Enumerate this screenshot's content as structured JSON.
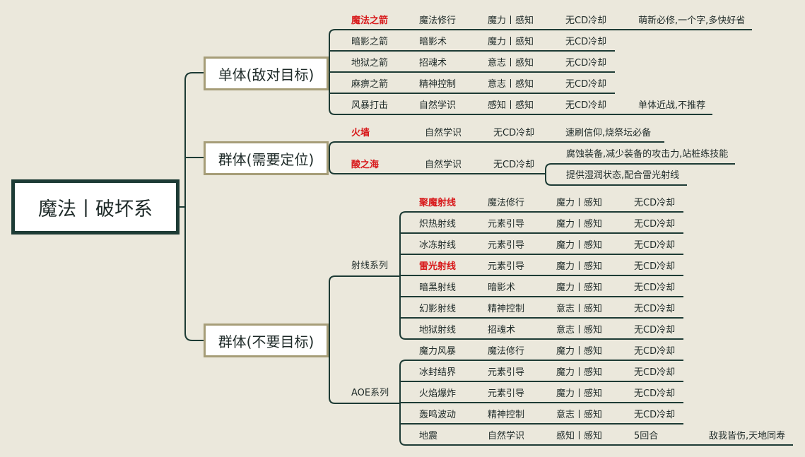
{
  "root": {
    "label": "魔法丨破坏系"
  },
  "categories": [
    {
      "label": "单体(敌对目标)"
    },
    {
      "label": "群体(需要定位)"
    },
    {
      "label": "群体(不要目标)"
    }
  ],
  "single_target": {
    "rows": [
      {
        "cells": [
          "魔法之箭",
          "魔法修行",
          "魔力丨感知",
          "无CD冷却",
          "萌新必修,一个字,多快好省"
        ],
        "highlight": true
      },
      {
        "cells": [
          "暗影之箭",
          "暗影术",
          "魔力丨感知",
          "无CD冷却"
        ],
        "highlight": false
      },
      {
        "cells": [
          "地狱之箭",
          "招魂术",
          "意志丨感知",
          "无CD冷却"
        ],
        "highlight": false
      },
      {
        "cells": [
          "麻痹之箭",
          "精神控制",
          "意志丨感知",
          "无CD冷却"
        ],
        "highlight": false
      },
      {
        "cells": [
          "风暴打击",
          "自然学识",
          "感知丨感知",
          "无CD冷却",
          "单体近战,不推荐"
        ],
        "highlight": false
      }
    ]
  },
  "group_targeted": {
    "rows": [
      {
        "cells": [
          "火墙",
          "自然学识",
          "无CD冷却",
          "速刷信仰,烧祭坛必备"
        ],
        "highlight": true
      },
      {
        "cells": [
          "酸之海",
          "自然学识",
          "无CD冷却"
        ],
        "highlight": true,
        "notes": [
          "腐蚀装备,减少装备的攻击力,站桩练技能",
          "提供湿润状态,配合雷光射线"
        ]
      }
    ]
  },
  "group_untargeted": {
    "beam": {
      "label": "射线系列",
      "rows": [
        {
          "cells": [
            "聚魔射线",
            "魔法修行",
            "魔力丨感知",
            "无CD冷却"
          ],
          "highlight": true
        },
        {
          "cells": [
            "炽热射线",
            "元素引导",
            "魔力丨感知",
            "无CD冷却"
          ],
          "highlight": false
        },
        {
          "cells": [
            "冰冻射线",
            "元素引导",
            "魔力丨感知",
            "无CD冷却"
          ],
          "highlight": false
        },
        {
          "cells": [
            "雷光射线",
            "元素引导",
            "魔力丨感知",
            "无CD冷却"
          ],
          "highlight": true
        },
        {
          "cells": [
            "暗黑射线",
            "暗影术",
            "魔力丨感知",
            "无CD冷却"
          ],
          "highlight": false
        },
        {
          "cells": [
            "幻影射线",
            "精神控制",
            "意志丨感知",
            "无CD冷却"
          ],
          "highlight": false
        },
        {
          "cells": [
            "地狱射线",
            "招魂术",
            "意志丨感知",
            "无CD冷却"
          ],
          "highlight": false
        }
      ]
    },
    "aoe": {
      "label": "AOE系列",
      "rows": [
        {
          "cells": [
            "魔力风暴",
            "魔法修行",
            "魔力丨感知",
            "无CD冷却"
          ],
          "highlight": false
        },
        {
          "cells": [
            "冰封结界",
            "元素引导",
            "魔力丨感知",
            "无CD冷却"
          ],
          "highlight": false
        },
        {
          "cells": [
            "火焰爆炸",
            "元素引导",
            "魔力丨感知",
            "无CD冷却"
          ],
          "highlight": false
        },
        {
          "cells": [
            "轰鸣波动",
            "精神控制",
            "意志丨感知",
            "无CD冷却"
          ],
          "highlight": false
        },
        {
          "cells": [
            "地震",
            "自然学识",
            "感知丨感知",
            "5回合",
            "敌我皆伤,天地同寿"
          ],
          "highlight": false
        }
      ]
    }
  },
  "colors": {
    "line": "#1d3b35",
    "background": "#ebe8dc",
    "highlight": "#d8191b",
    "category_border": "#a69d78"
  }
}
